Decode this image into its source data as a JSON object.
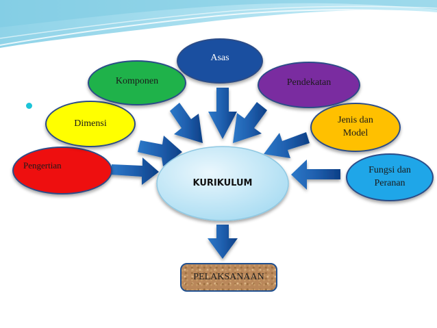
{
  "diagram": {
    "center": "KURIKULUM",
    "nodes": {
      "pengertian": "Pengertian",
      "dimensi": "Dimensi",
      "komponen": "Komponen",
      "asas": "Asas",
      "pendekatan": "Pendekatan",
      "jenis_dan_model": [
        "Jenis dan",
        "Model"
      ],
      "fungsi_dan_peranan": [
        "Fungsi dan",
        "Peranan"
      ]
    },
    "output": "PELAKSANAAN"
  },
  "colors": {
    "pengertian": "#ee0f0f",
    "dimensi": "#ffff00",
    "komponen": "#1fb24a",
    "asas": "#1a4fa0",
    "pendekatan": "#7a2ca0",
    "jenis_dan_model": "#ffc000",
    "fungsi_dan_peranan": "#1fa6e8",
    "center": "#c6e7f5",
    "arrow": "#1f5fae"
  }
}
